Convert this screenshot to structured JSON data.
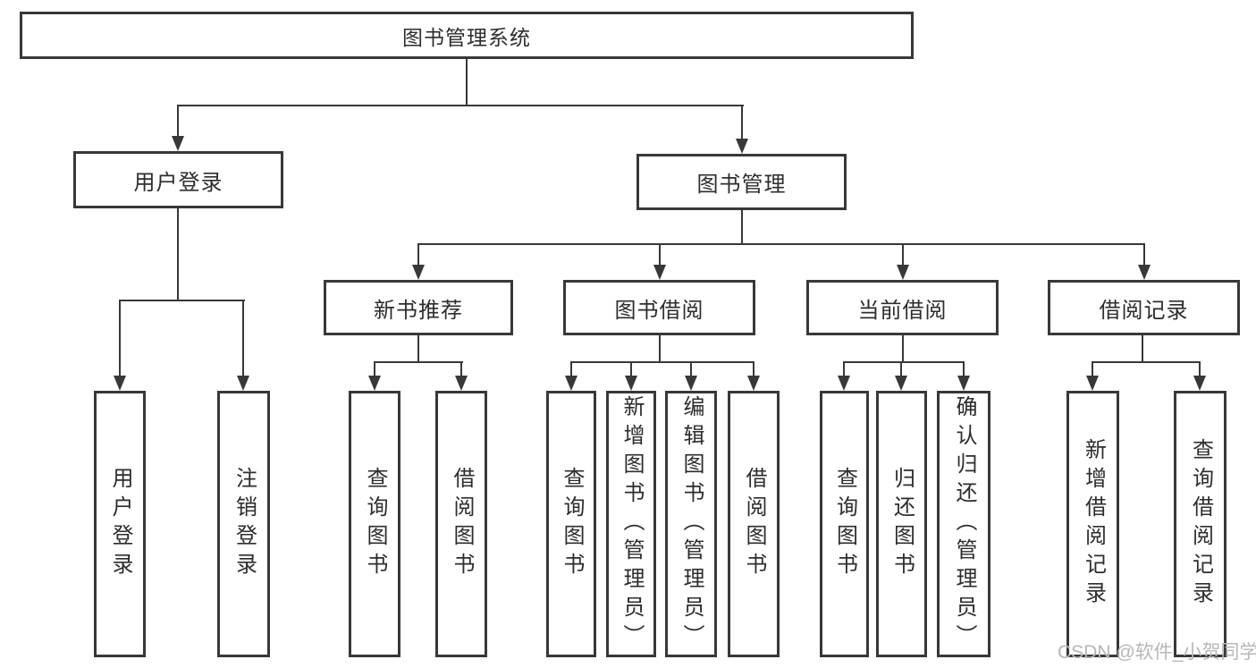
{
  "diagram": {
    "root": {
      "label": "图书管理系统"
    },
    "level2": {
      "login": {
        "label": "用户登录"
      },
      "manage": {
        "label": "图书管理"
      }
    },
    "level3": {
      "recommend": {
        "label": "新书推荐"
      },
      "borrow": {
        "label": "图书借阅"
      },
      "current": {
        "label": "当前借阅"
      },
      "records": {
        "label": "借阅记录"
      }
    },
    "leaves": {
      "user_login": {
        "label": "用户登录"
      },
      "logout": {
        "label": "注销登录"
      },
      "rec_query_book": {
        "label": "查询图书"
      },
      "rec_borrow_book": {
        "label": "借阅图书"
      },
      "bor_query_book": {
        "label": "查询图书"
      },
      "bor_add_book": {
        "label": "新增图书（管理员）"
      },
      "bor_edit_book": {
        "label": "编辑图书（管理员）"
      },
      "bor_borrow_book": {
        "label": "借阅图书"
      },
      "cur_query_book": {
        "label": "查询图书"
      },
      "cur_return_book": {
        "label": "归还图书"
      },
      "cur_confirm_return": {
        "label": "确认归还（管理员）"
      },
      "recd_add_record": {
        "label": "新增借阅记录"
      },
      "recd_query_record": {
        "label": "查询借阅记录"
      }
    },
    "colors": {
      "line": "#383838",
      "text": "#2d2d2d",
      "background": "#ffffff",
      "watermark": "#b7b7b7"
    }
  },
  "watermark": {
    "text": "CSDN @软件_小贺同学"
  }
}
